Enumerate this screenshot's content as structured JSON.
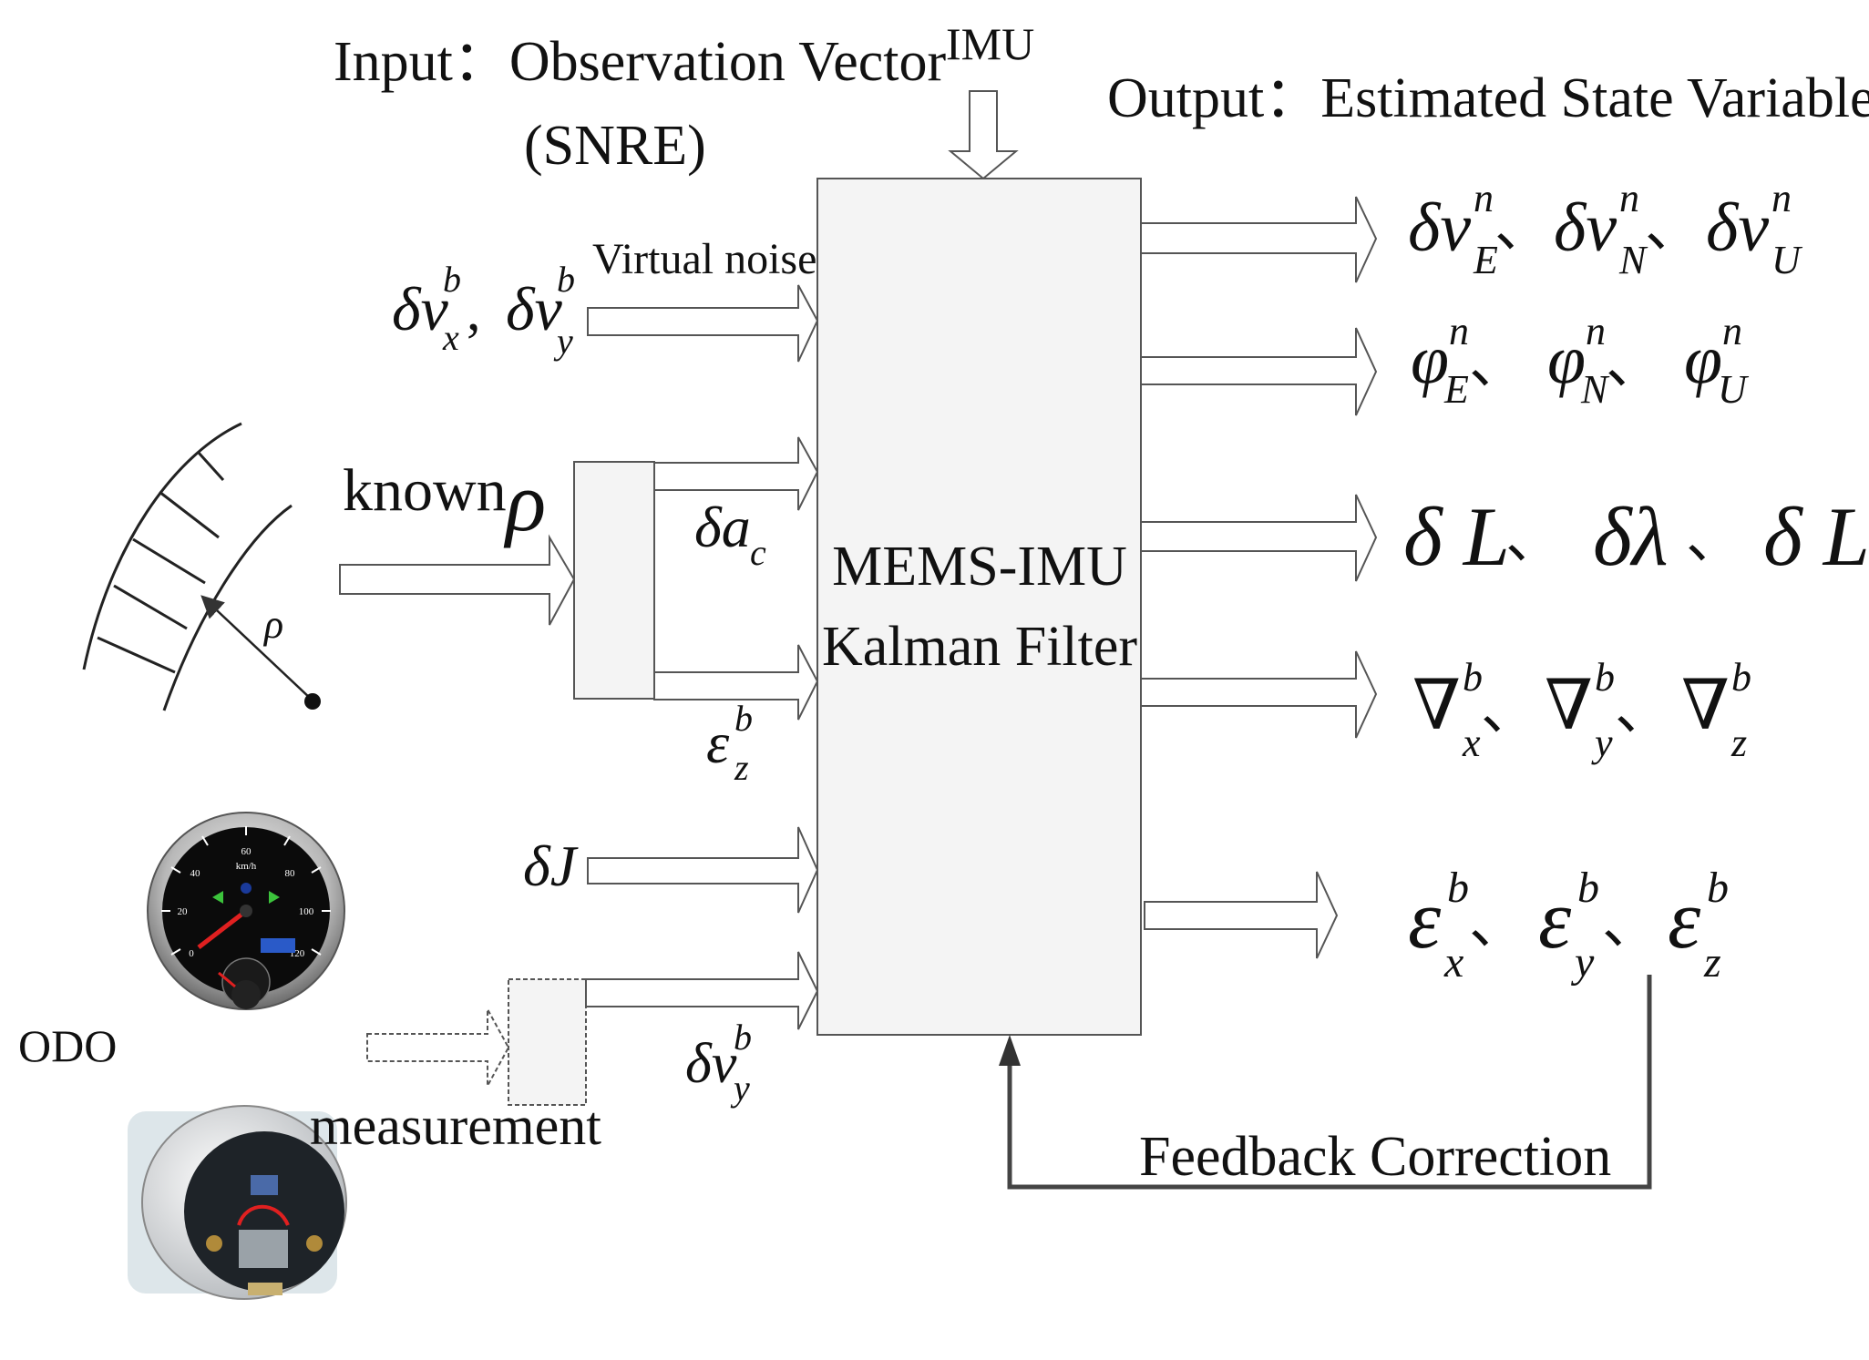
{
  "input_label": "Input：Observation Vector",
  "input_sub": "(SNRE)",
  "imu_label": "IMU",
  "output_label": "Output：Estimated State Variables",
  "virtual_noise": "Virtual noise",
  "known_label": "known",
  "rho": "ρ",
  "filter_line1": "MEMS-IMU",
  "filter_line2": "Kalman Filter",
  "odo_label": "ODO",
  "measurement_label": "measurement",
  "feedback_label": "Feedback Correction",
  "inputs": {
    "dv_xy": {
      "d": "δ",
      "v": "v",
      "sub1": "x",
      "sup": "b",
      "sep": ",",
      "sub2": "y"
    },
    "da": {
      "d": "δ",
      "a": "a",
      "sub": "c"
    },
    "eps": {
      "e": "ε",
      "sub": "z",
      "sup": "b"
    },
    "dJ": {
      "text": "δJ"
    },
    "dvy": {
      "d": "δ",
      "v": "v",
      "sub": "y",
      "sup": "b"
    }
  },
  "outputs": {
    "velocity": {
      "sym": "δv",
      "sup": "n",
      "subs": [
        "E",
        "N",
        "U"
      ]
    },
    "attitude": {
      "sym": "φ",
      "sup": "n",
      "subs": [
        "E",
        "N",
        "U"
      ]
    },
    "position": {
      "terms": [
        "δ L",
        "δλ",
        "δ L"
      ]
    },
    "accel_bias": {
      "sym": "∇",
      "sup": "b",
      "subs": [
        "x",
        "y",
        "z"
      ]
    },
    "gyro_bias": {
      "sym": "ε",
      "sup": "b",
      "subs": [
        "x",
        "y",
        "z"
      ]
    }
  },
  "separator": "、",
  "colors": {
    "box_fill": "#f4f4f4",
    "box_stroke": "#555555",
    "arrow_fill": "#ffffff",
    "line": "#444444",
    "needle": "#e02020"
  }
}
